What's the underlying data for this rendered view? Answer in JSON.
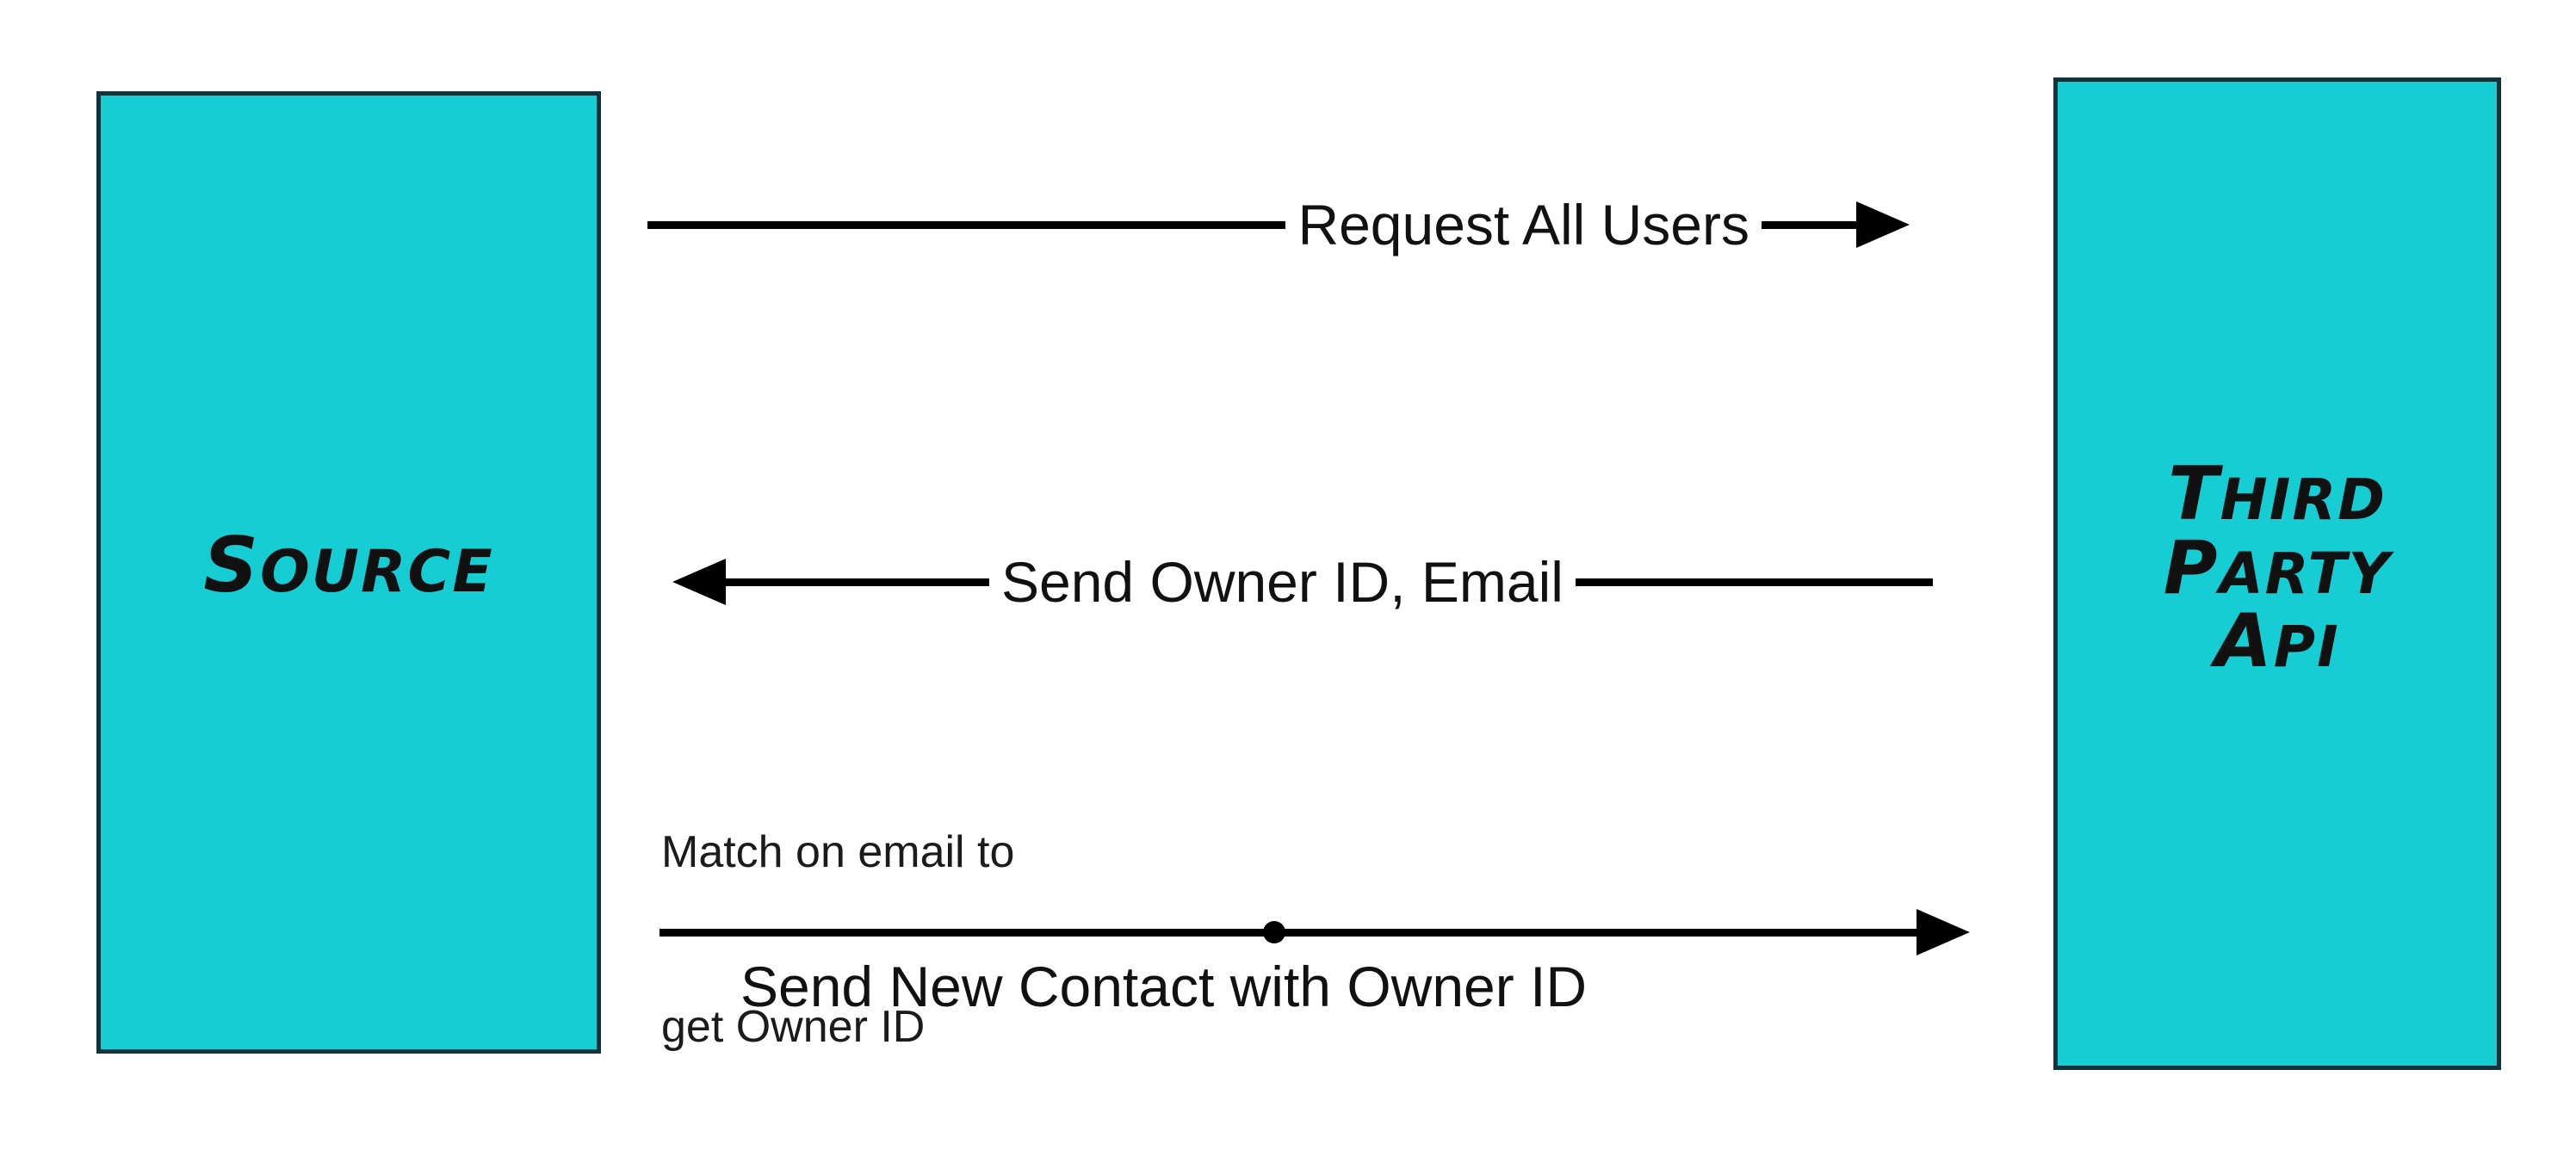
{
  "diagram": {
    "type": "sequence-diagram",
    "background_color": "#ffffff",
    "accent_color": "#15cdd3",
    "border_color": "#11333c",
    "line_color": "#000000",
    "text_color": "#111111"
  },
  "actors": [
    {
      "id": "source",
      "label": "SOURCE",
      "lines": [
        "SOURCE"
      ],
      "fill": "#15cdd3",
      "border": "#11333c"
    },
    {
      "id": "third-party-api",
      "label": "THIRD PARTY API",
      "lines": [
        "THIRD",
        "PARTY",
        "API"
      ],
      "fill": "#15cdd3",
      "border": "#11333c"
    }
  ],
  "messages": [
    {
      "id": "request-all-users",
      "label": "Request All Users",
      "direction": "right",
      "from": "source",
      "to": "third-party-api",
      "label_position": "inline",
      "order": 1
    },
    {
      "id": "send-owner-id-email",
      "label": "Send Owner ID, Email",
      "direction": "left",
      "from": "third-party-api",
      "to": "source",
      "label_position": "inline",
      "order": 2
    },
    {
      "id": "send-new-contact",
      "label": "Send New Contact with Owner ID",
      "direction": "right",
      "from": "source",
      "to": "third-party-api",
      "label_position": "below",
      "has_node_dot": true,
      "order": 3
    }
  ],
  "notes": [
    {
      "id": "match-on-email",
      "lines": [
        "Match on email to",
        "get Owner ID"
      ],
      "text": "Match on email to get Owner ID",
      "attached_to": "source"
    }
  ]
}
